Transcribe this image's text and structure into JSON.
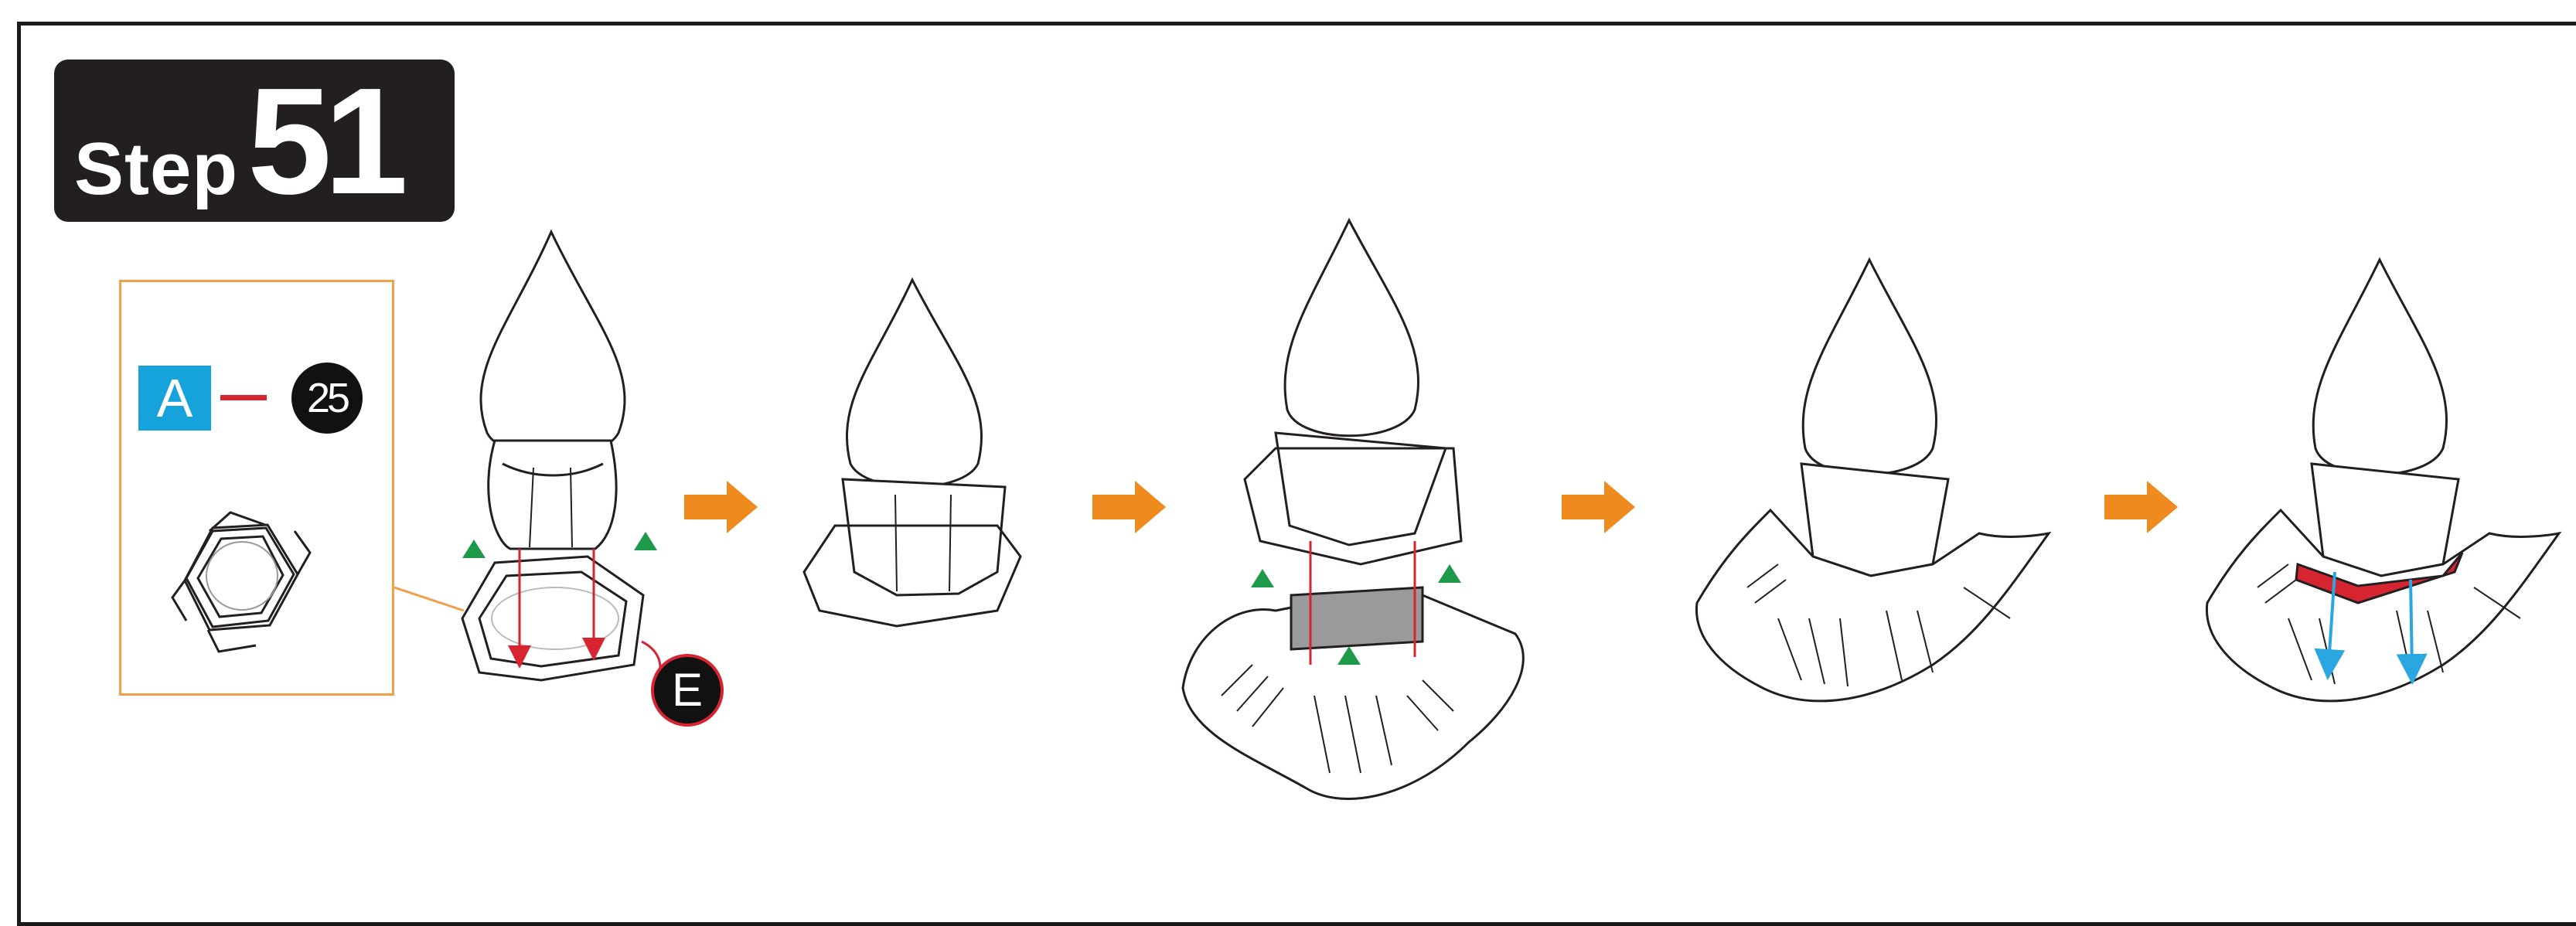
{
  "step": {
    "word": "Step",
    "number": "51"
  },
  "parts": {
    "sheet_label": "A",
    "part_number": "25"
  },
  "callout": {
    "label": "E"
  },
  "colors": {
    "badge_bg": "#231f20",
    "parts_box_border": "#f0a04b",
    "sheet_blue": "#16a3dc",
    "guide_red": "#d62530",
    "arrow_orange": "#ef8a1e",
    "marker_green": "#1f9a4a",
    "fold_arrow_blue": "#2aa6e0",
    "panel_gray": "#9a9a9a"
  },
  "icons": {
    "next_step": "orange-right-arrow",
    "glue_marker": "green-triangle",
    "press_arrow": "blue-down-arrow"
  }
}
